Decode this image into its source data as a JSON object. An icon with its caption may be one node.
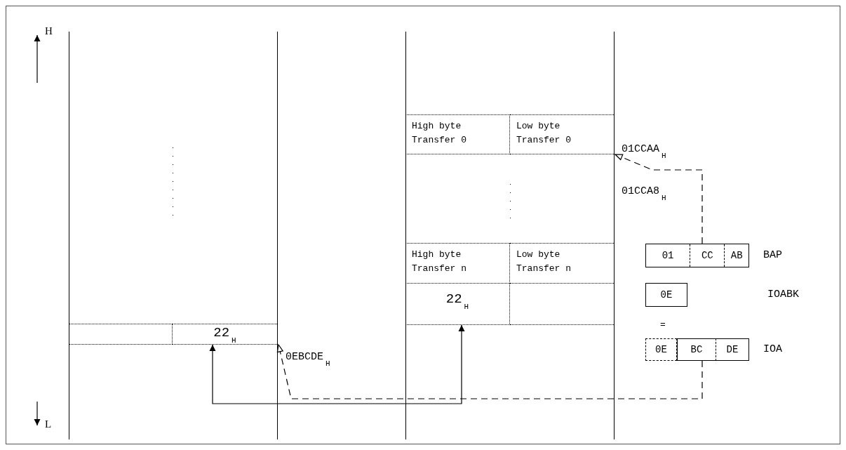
{
  "diagram": {
    "nodes": [
      {
        "text": [
          "High byte Transfer 0"
        ]
      },
      {
        "text": [
          "Low byte Transfer 0"
        ]
      },
      {
        "text": [
          "High byte Transfer n"
        ]
      },
      {
        "text": [
          "Low byte Transfer n"
        ]
      },
      {
        "text": [
          "01",
          "CC",
          "AB"
        ],
        "beside": [
          "BAP"
        ]
      },
      {
        "text": [
          "22$_{H}$"
        ]
      },
      {
        "text": [],
        "shape": "box"
      },
      {
        "text": [
          "0E"
        ]
      },
      {
        "text": [],
        "shape": "box"
      },
      {
        "text": [
          "22$_{H}$"
        ]
      },
      {
        "text": [
          "0E",
          "BC",
          "DE"
        ],
        "beside": [
          "IOA"
        ]
      }
    ],
    "edges": [
      {
        "from": 4,
        "to": 1,
        "arrow": "to",
        "style": "dashed"
      },
      {
        "from": 10,
        "to": 9,
        "arrow": "to",
        "style": "dashed"
      },
      {
        "from": 9,
        "to": 5,
        "arrow": "both"
      }
    ],
    "labels": [
      "H",
      "01CCAA$_{H}$",
      "01CCA8$_{H}$",
      "IOABK",
      "=",
      "0EBCDE$_{H}$",
      "L"
    ]
  }
}
